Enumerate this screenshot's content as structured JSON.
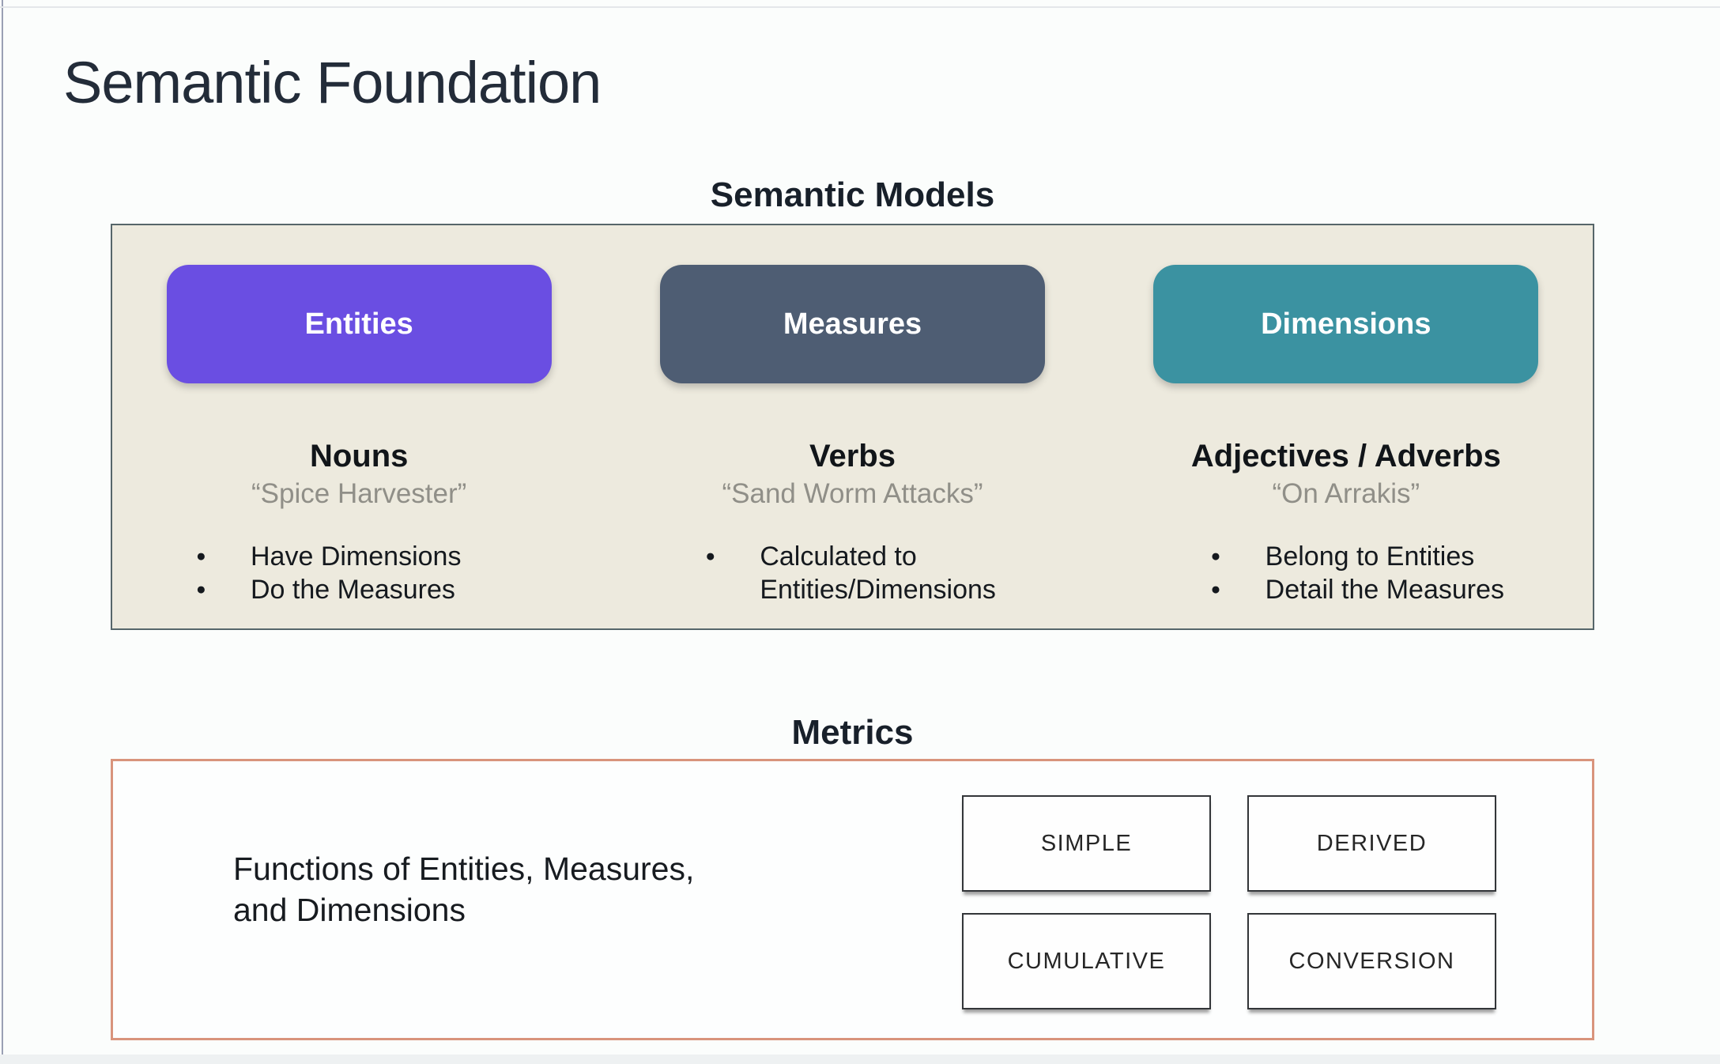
{
  "page": {
    "title": "Semantic Foundation"
  },
  "semantic_models": {
    "heading": "Semantic Models",
    "panel_bg": "#edeade",
    "columns": [
      {
        "button": "Entities",
        "button_color": "#6a4ee2",
        "heading": "Nouns",
        "quote": "“Spice Harvester”",
        "bullets": [
          "Have Dimensions",
          "Do the Measures"
        ]
      },
      {
        "button": "Measures",
        "button_color": "#4e5d73",
        "heading": "Verbs",
        "quote": "“Sand Worm Attacks”",
        "bullets": [
          "Calculated to Entities/Dimensions"
        ]
      },
      {
        "button": "Dimensions",
        "button_color": "#3b92a1",
        "heading": "Adjectives / Adverbs",
        "quote": "“On Arrakis”",
        "bullets": [
          "Belong to Entities",
          "Detail the Measures"
        ]
      }
    ]
  },
  "metrics": {
    "heading": "Metrics",
    "border_color": "#d9947c",
    "description_line1": "Functions of Entities, Measures,",
    "description_line2": "and Dimensions",
    "types": [
      "SIMPLE",
      "DERIVED",
      "CUMULATIVE",
      "CONVERSION"
    ]
  }
}
